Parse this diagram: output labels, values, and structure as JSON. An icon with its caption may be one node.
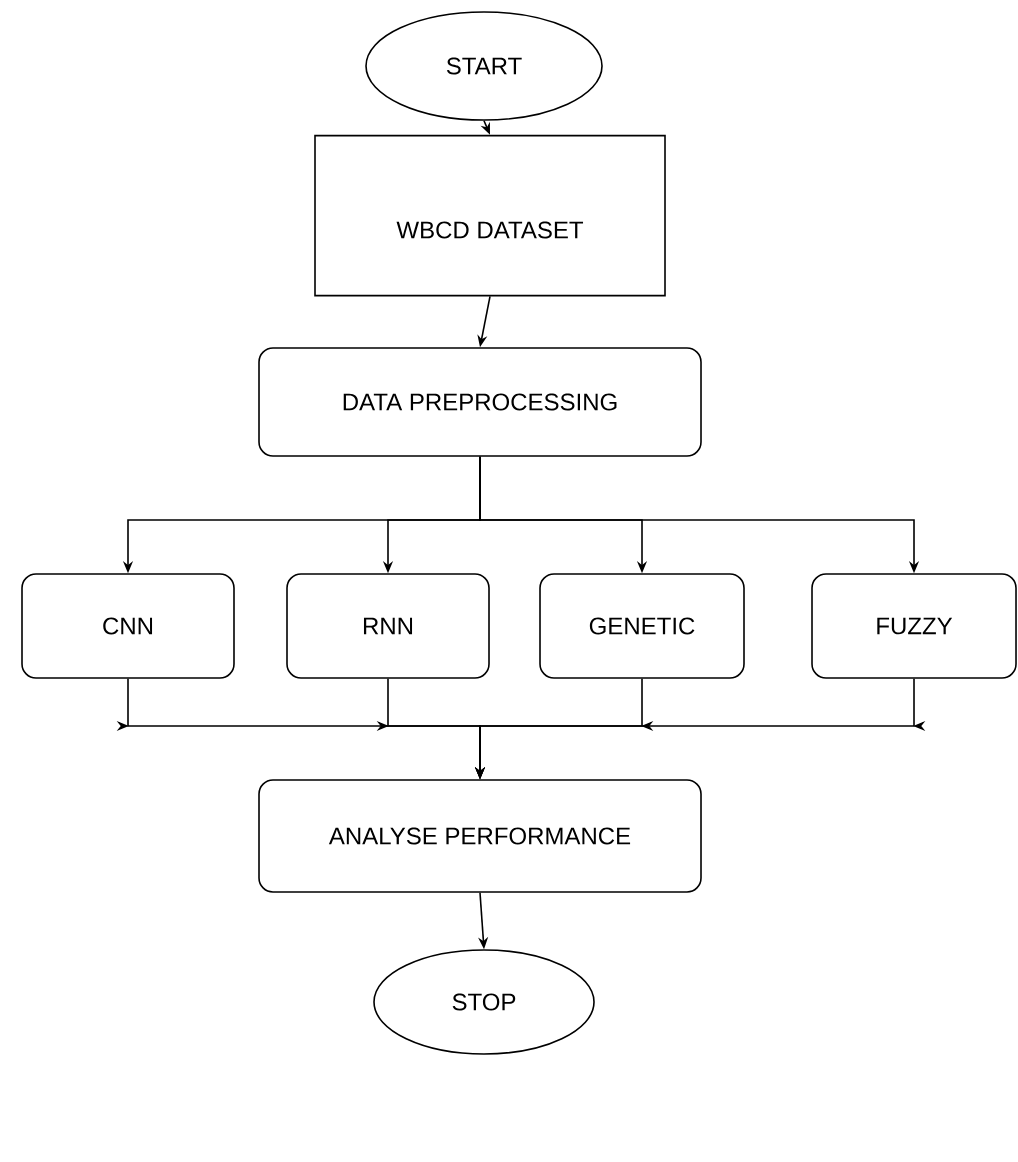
{
  "diagram": {
    "nodes": [
      {
        "text": [
          "START"
        ]
      },
      {
        "text": [
          "WBCD DATASET"
        ]
      },
      {
        "text": [
          "DATA PREPROCESSING"
        ]
      },
      {
        "text": [
          "CNN"
        ]
      },
      {
        "text": [
          "RNN"
        ]
      },
      {
        "text": [
          "GENETIC"
        ]
      },
      {
        "text": [
          "FUZZY"
        ]
      },
      {
        "text": [
          "ANALYSE PERFORMANCE"
        ]
      },
      {
        "text": [
          "STOP"
        ]
      }
    ],
    "edges": [
      {
        "from": 0,
        "to": 1,
        "arrow": "to"
      },
      {
        "from": 1,
        "to": 2,
        "arrow": "to"
      },
      {
        "from": 2,
        "to": 3,
        "arrow": "to"
      },
      {
        "from": 2,
        "to": 4,
        "arrow": "to"
      },
      {
        "from": 2,
        "to": 5,
        "arrow": "to"
      },
      {
        "from": 2,
        "to": 6,
        "arrow": "to"
      },
      {
        "from": 3,
        "to": 7,
        "arrow": "to"
      },
      {
        "from": 4,
        "to": 7,
        "arrow": "to"
      },
      {
        "from": 5,
        "to": 7,
        "arrow": "to"
      },
      {
        "from": 6,
        "to": 7,
        "arrow": "to"
      },
      {
        "from": 7,
        "to": 8,
        "arrow": "to"
      }
    ]
  }
}
